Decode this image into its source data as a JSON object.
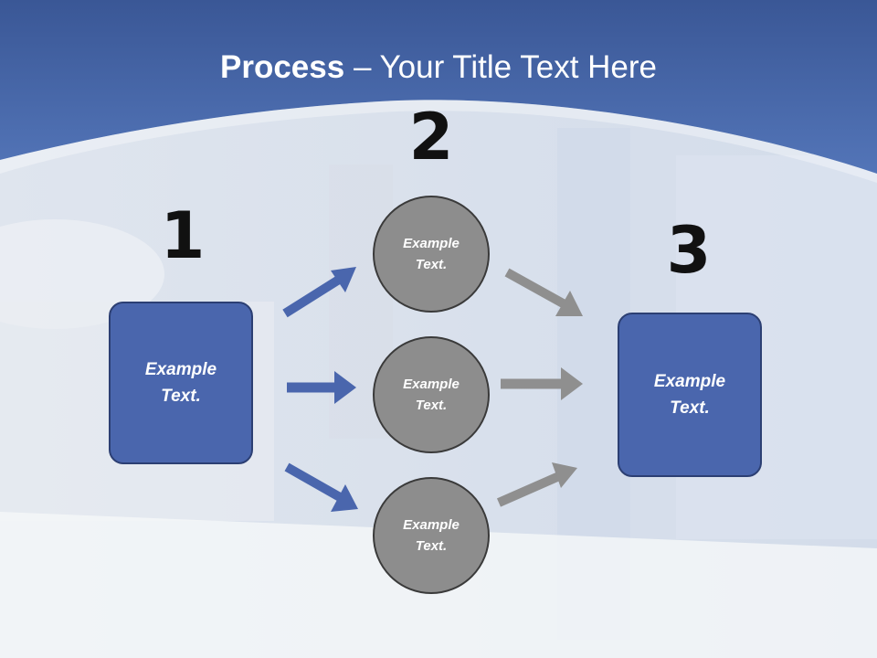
{
  "title": {
    "bold": "Process",
    "rest": " – Your Title Text Here"
  },
  "steps": {
    "one": "1",
    "two": "2",
    "three": "3"
  },
  "nodes": {
    "start": "Example\nText.",
    "middle_top": "Example\nText.",
    "middle_center": "Example\nText.",
    "middle_bottom": "Example\nText.",
    "end": "Example\nText."
  },
  "colors": {
    "header": "#3d5ea6",
    "box": "#4a66ad",
    "circle": "#8d8d8d",
    "arrow_blue": "#4a66ad",
    "arrow_gray": "#8f8f8f"
  }
}
